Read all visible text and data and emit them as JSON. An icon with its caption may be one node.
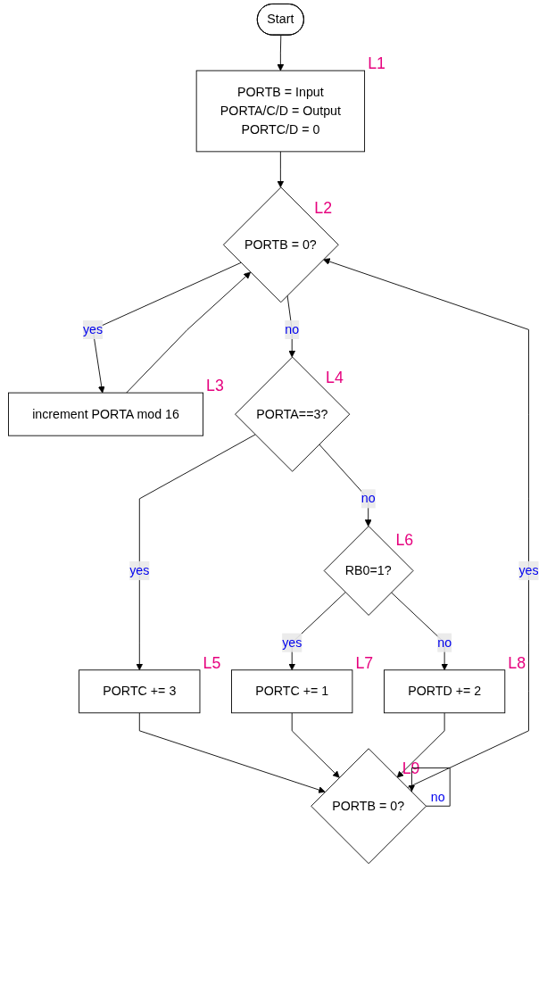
{
  "diagram": {
    "nodes": [
      {
        "text": [
          "Start"
        ]
      },
      {
        "text": [
          "PORTB = Input",
          "PORTA/C/D = Output",
          "PORTC/D = 0"
        ],
        "beside": [
          "L1"
        ]
      },
      {
        "text": [
          "PORTB = 0?"
        ],
        "beside": [
          "L2"
        ]
      },
      {
        "text": [
          "increment PORTA mod 16"
        ],
        "beside": [
          "L3"
        ]
      },
      {
        "text": [
          "PORTA==3?"
        ],
        "beside": [
          "L4"
        ]
      },
      {
        "text": [
          "PORTC += 3"
        ],
        "beside": [
          "L5"
        ]
      },
      {
        "text": [
          "RB0=1?"
        ],
        "beside": [
          "L6"
        ]
      },
      {
        "text": [
          "PORTC += 1"
        ],
        "beside": [
          "L7"
        ]
      },
      {
        "text": [
          "PORTD += 2"
        ],
        "beside": [
          "L8"
        ]
      },
      {
        "text": [
          "PORTB = 0?"
        ],
        "beside": [
          "L9"
        ]
      }
    ],
    "edges": [
      {
        "from": 0,
        "to": 1,
        "arrow": "to"
      },
      {
        "from": 1,
        "to": 2,
        "arrow": "to"
      },
      {
        "from": 2,
        "to": 3,
        "label": "yes",
        "arrow": "to"
      },
      {
        "from": 2,
        "to": 4,
        "label": "no",
        "arrow": "to"
      },
      {
        "from": 3,
        "to": 2,
        "arrow": "to"
      },
      {
        "from": 4,
        "to": 5,
        "label": "yes",
        "arrow": "to"
      },
      {
        "from": 4,
        "to": 6,
        "label": "no",
        "arrow": "to"
      },
      {
        "from": 6,
        "to": 7,
        "label": "yes",
        "arrow": "to"
      },
      {
        "from": 6,
        "to": 8,
        "label": "no",
        "arrow": "to"
      },
      {
        "from": 5,
        "to": 9,
        "arrow": "to"
      },
      {
        "from": 7,
        "to": 9,
        "arrow": "to"
      },
      {
        "from": 8,
        "to": 9,
        "arrow": "to"
      },
      {
        "from": 9,
        "to": 9,
        "label": "no",
        "arrow": "to"
      },
      {
        "from": 9,
        "to": 2,
        "label": "yes",
        "arrow": "to"
      }
    ]
  }
}
